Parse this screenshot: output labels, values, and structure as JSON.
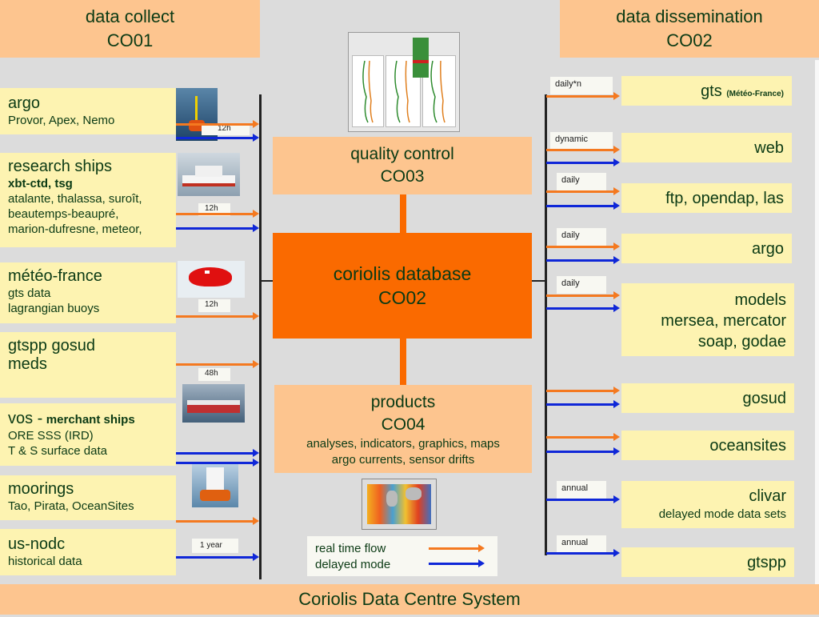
{
  "headers": {
    "collect": {
      "line1": "data collect",
      "line2": "CO01"
    },
    "dissemination": {
      "line1": "data dissemination",
      "line2": "CO02"
    }
  },
  "footer": {
    "title": "Coriolis Data Centre System"
  },
  "sources": [
    {
      "title": "argo",
      "sub": "Provor, Apex, Nemo",
      "freq": "12h"
    },
    {
      "title": "research ships",
      "bold": "xbt-ctd, tsg",
      "sub": "atalante, thalassa, suroît,",
      "sub2": "beautemps-beaupré,",
      "sub3": "marion-dufresne, meteor,",
      "freq": "12h"
    },
    {
      "title": "météo-france",
      "sub": "gts data",
      "sub2": "lagrangian buoys",
      "freq": "12h"
    },
    {
      "title": "gtspp gosud",
      "title2": "meds",
      "freq": "48h"
    },
    {
      "title": "vos -",
      "title_bold": "merchant ships",
      "sub": "ORE SSS (IRD)",
      "sub2": "T & S surface data"
    },
    {
      "title": "moorings",
      "sub": "Tao, Pirata, OceanSites"
    },
    {
      "title": "us-nodc",
      "sub": "historical data",
      "freq": "1 year"
    }
  ],
  "center": {
    "qc": {
      "line1": "quality control",
      "line2": "CO03"
    },
    "db": {
      "line1": "coriolis database",
      "line2": "CO02"
    },
    "products": {
      "line1": "products",
      "line2": "CO04",
      "line3": "analyses, indicators, graphics, maps",
      "line4": "argo currents, sensor drifts"
    }
  },
  "legend": {
    "real": "real time flow",
    "delayed": "delayed mode"
  },
  "outputs": [
    {
      "title": "gts",
      "small": "(Météo-France)",
      "freq": "daily*n"
    },
    {
      "title": "web",
      "freq": "dynamic"
    },
    {
      "title": "ftp, opendap, las",
      "freq": "daily"
    },
    {
      "title": "argo",
      "freq": "daily"
    },
    {
      "title": "models",
      "line2": "mersea, mercator",
      "line3": "soap, godae",
      "freq": "daily"
    },
    {
      "title": "gosud"
    },
    {
      "title": "oceansites"
    },
    {
      "title": "clivar",
      "sub": "delayed mode data sets",
      "freq": "annual"
    },
    {
      "title": "gtspp",
      "freq": "annual"
    }
  ],
  "colors": {
    "orange_flow": "#f47920",
    "blue_flow": "#0f27d8",
    "db": "#fa6a00",
    "peach": "#fdc58f",
    "cream": "#fdf3b1"
  }
}
